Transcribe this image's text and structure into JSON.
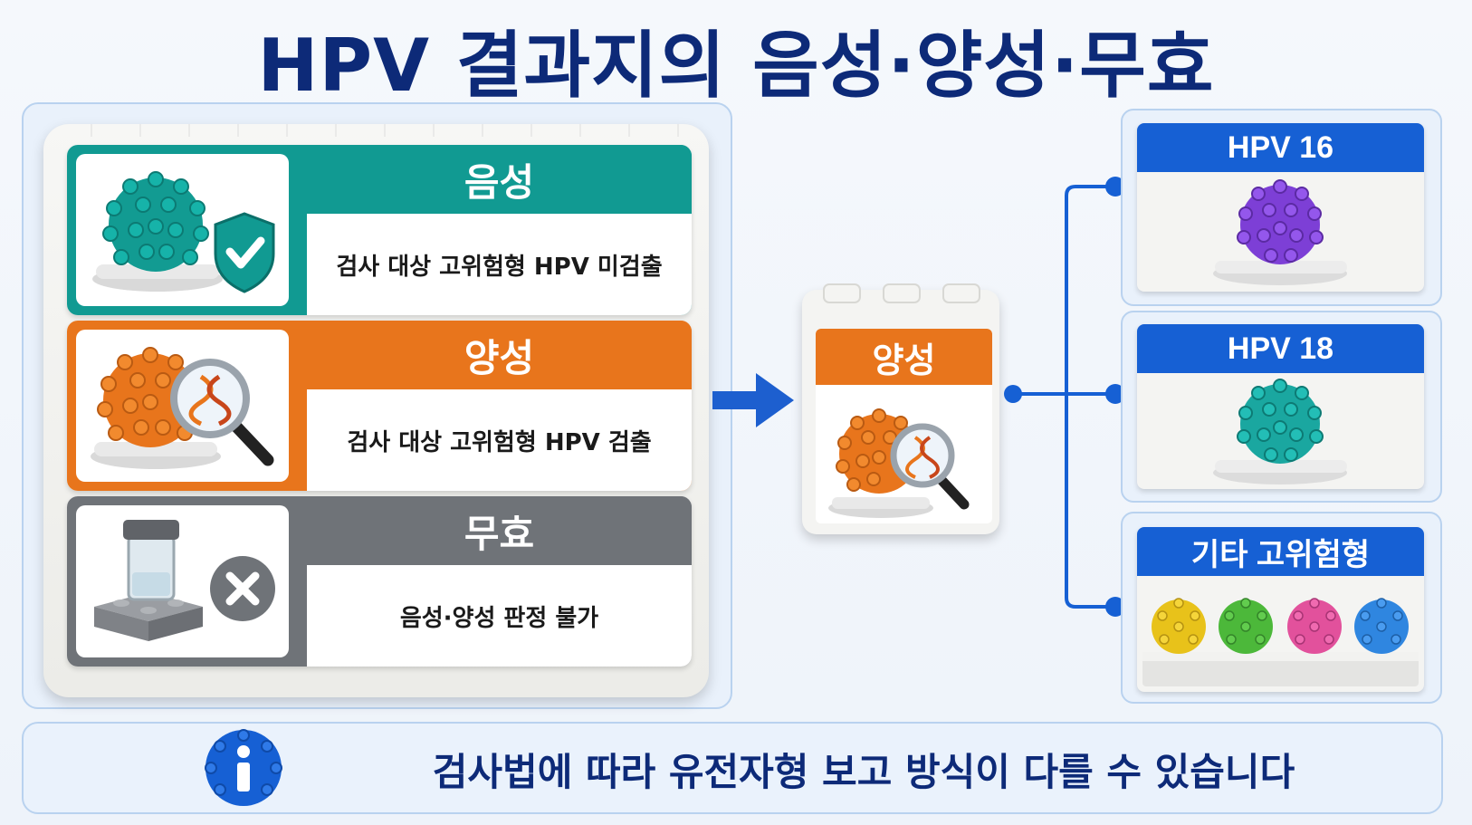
{
  "title": "HPV 결과지의 음성·양성·무효",
  "results": [
    {
      "label": "음성",
      "description": "검사 대상 고위험형 HPV 미검출",
      "color": "#119a92"
    },
    {
      "label": "양성",
      "description": "검사 대상 고위험형 HPV 검출",
      "color": "#e8751c"
    },
    {
      "label": "무효",
      "description": "음성·양성 판정 불가",
      "color": "#6f7378"
    }
  ],
  "center": {
    "label": "양성",
    "color": "#e8751c"
  },
  "types": [
    {
      "label": "HPV 16",
      "virus_color": "#7d3fd6"
    },
    {
      "label": "HPV 18",
      "virus_color": "#1aa7a0"
    },
    {
      "label": "기타 고위험형",
      "virus_colors": [
        "#e8c21a",
        "#4cb83a",
        "#e2519c",
        "#2f86e0"
      ]
    }
  ],
  "footer": {
    "note": "검사법에 따라 유전자형 보고 방식이 다를 수 있습니다"
  },
  "colors": {
    "title": "#0d2a78",
    "accent_blue": "#1660d4",
    "panel_border": "#b9d2ef"
  },
  "icons": [
    "shield-check-icon",
    "magnifier-dna-icon",
    "test-tube-icon",
    "x-circle-icon",
    "arrow-right-icon",
    "info-icon"
  ]
}
